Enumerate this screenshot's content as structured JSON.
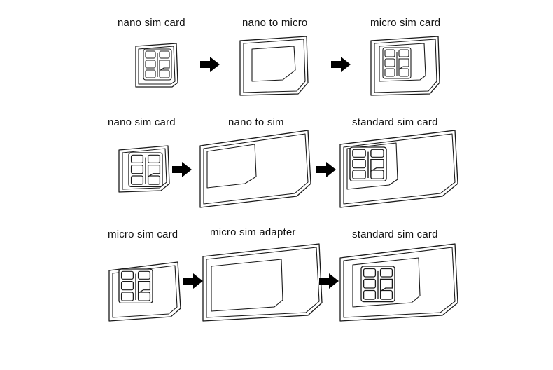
{
  "rows": [
    {
      "labels": [
        "nano sim card",
        "nano to micro",
        "micro sim card"
      ]
    },
    {
      "labels": [
        "nano sim card",
        "nano to sim",
        "standard sim card"
      ]
    },
    {
      "labels": [
        "micro sim card",
        "micro sim adapter",
        "standard sim card"
      ]
    }
  ],
  "colors": {
    "line": "#1a1a1a",
    "arrow": "#000000",
    "background": "#ffffff"
  },
  "icons": [
    "arrow-right-icon",
    "sim-card-icon",
    "sim-adapter-icon"
  ]
}
